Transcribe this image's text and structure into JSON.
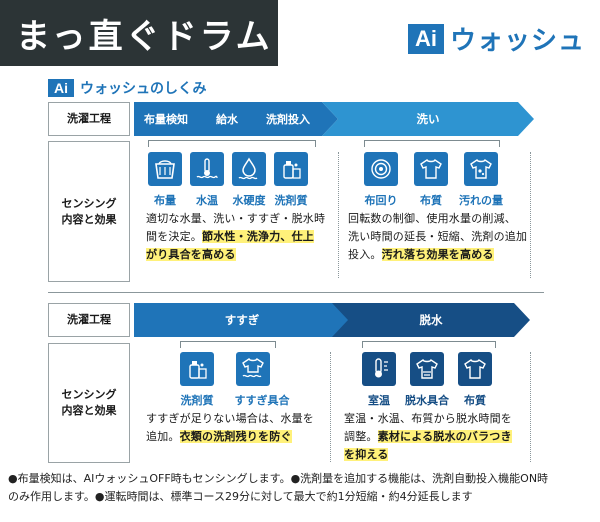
{
  "header": {
    "title": "まっ直ぐドラム",
    "brand_badge": "Ai",
    "brand_name": "ウォッシュ"
  },
  "section": {
    "badge": "Ai",
    "title": "ウォッシュのしくみ"
  },
  "labels": {
    "process": "洗濯工程",
    "sensing_line1": "センシング",
    "sensing_line2": "内容と効果"
  },
  "top": {
    "phase1": {
      "steps": [
        "布量検知",
        "給水",
        "洗剤投入"
      ]
    },
    "phase2": {
      "label": "洗い"
    },
    "icons_left": [
      "布量",
      "水温",
      "水硬度",
      "洗剤質"
    ],
    "icons_right": [
      "布回り",
      "布質",
      "汚れの量"
    ],
    "desc_left": {
      "l1": "適切な水量、洗い・すすぎ・脱水時",
      "l2a": "間を決定。",
      "l2b": "節水性・洗浄力、仕上",
      "l3": "がり具合を高める"
    },
    "desc_right": {
      "l1": "回転数の制御、使用水量の削減、",
      "l2": "洗い時間の延長・短縮、洗剤の追加",
      "l3a": "投入。",
      "l3b": "汚れ落ち効果を高める"
    }
  },
  "bottom": {
    "phase1": {
      "label": "すすぎ"
    },
    "phase2": {
      "label": "脱水"
    },
    "icons_left": [
      "洗剤質",
      "すすぎ具合"
    ],
    "icons_right": [
      "室温",
      "脱水具合",
      "布質"
    ],
    "desc_left": {
      "l1": "すすぎが足りない場合は、水量を",
      "l2a": "追加。",
      "l2b": "衣類の洗剤残りを防ぐ"
    },
    "desc_right": {
      "l1": "室温・水温、布質から脱水時間を",
      "l2a": "調整。",
      "l2b": "素材による脱水のバラつき",
      "l3": "を抑える"
    }
  },
  "footnote": {
    "l1": "●布量検知は、AIウォッシュOFF時もセンシングします。●洗剤量を追加する機能は、洗剤自動投入機能ON時",
    "l2": "のみ作用します。●運転時間は、標準コース29分に対して最大で約1分短縮・約4分延長します"
  },
  "colors": {
    "primary": "#1f74b8",
    "light": "#2e94d1",
    "dark": "#164e85",
    "highlight": "#fff17a",
    "header_bg": "#2c3436"
  }
}
